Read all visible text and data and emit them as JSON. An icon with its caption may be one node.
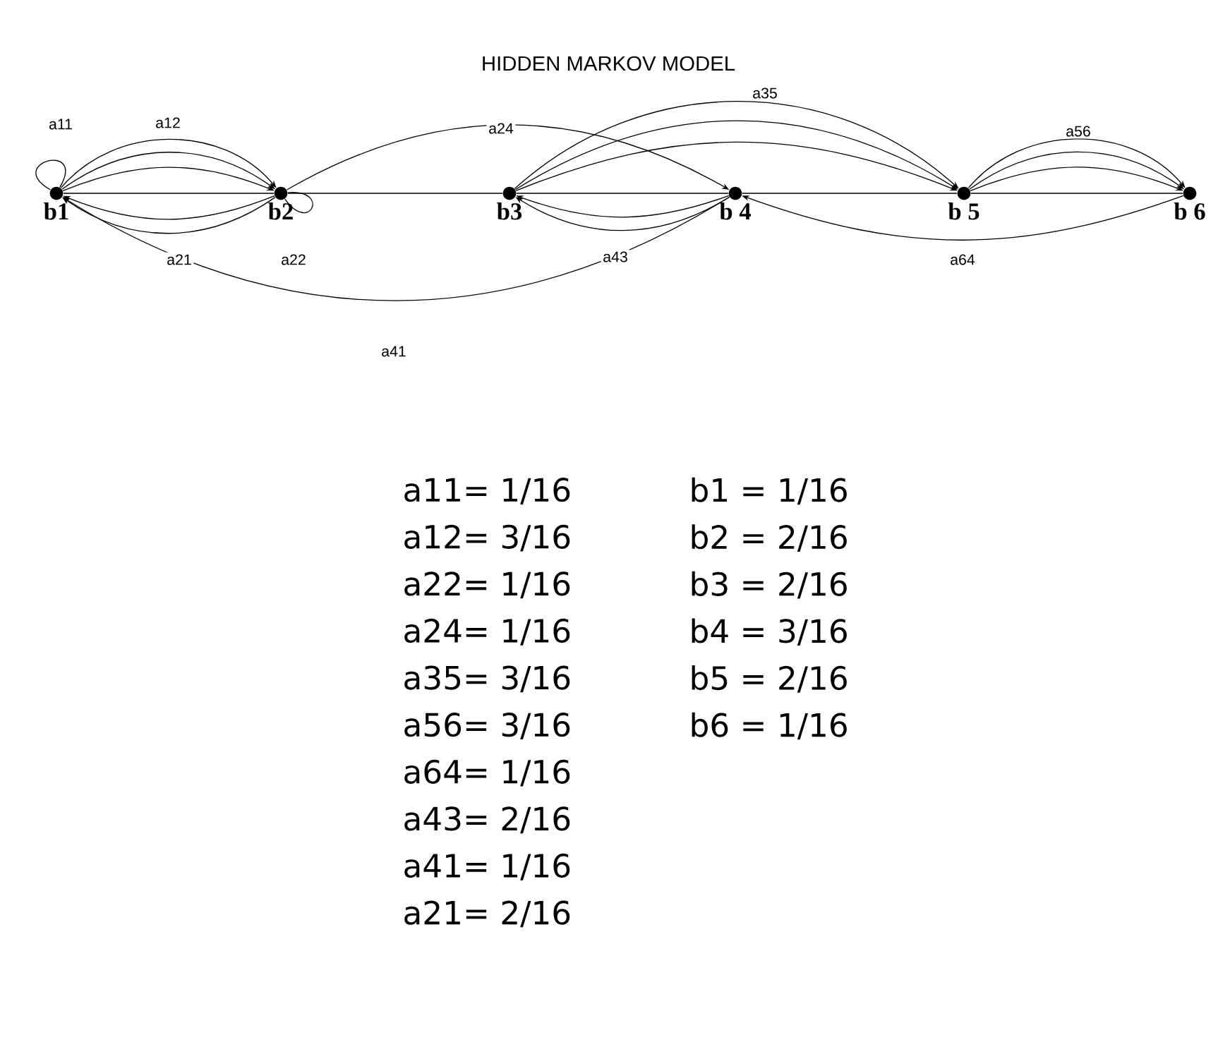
{
  "diagram": {
    "title": "HIDDEN MARKOV MODEL",
    "nodes": [
      {
        "text": [
          "b1"
        ]
      },
      {
        "text": [
          "b2"
        ]
      },
      {
        "text": [
          "b3"
        ]
      },
      {
        "text": [
          "b 4"
        ]
      },
      {
        "text": [
          "b 5"
        ]
      },
      {
        "text": [
          "b 6"
        ]
      }
    ],
    "edges": [
      {
        "from": 0,
        "to": 1,
        "arrow": "none"
      },
      {
        "from": 1,
        "to": 2,
        "arrow": "none"
      },
      {
        "from": 2,
        "to": 3,
        "arrow": "none"
      },
      {
        "from": 3,
        "to": 4,
        "arrow": "none"
      },
      {
        "from": 4,
        "to": 5,
        "arrow": "none"
      },
      {
        "from": 0,
        "to": 0,
        "arrow": "none",
        "label": "a11"
      },
      {
        "from": 0,
        "to": 1,
        "arrow": "to",
        "label": "a12"
      },
      {
        "from": 0,
        "to": 1,
        "arrow": "to"
      },
      {
        "from": 0,
        "to": 1,
        "arrow": "to"
      },
      {
        "from": 1,
        "to": 0,
        "arrow": "to",
        "label": "a21"
      },
      {
        "from": 1,
        "to": 0,
        "arrow": "to"
      },
      {
        "from": 1,
        "to": 1,
        "arrow": "none",
        "label": "a22"
      },
      {
        "from": 1,
        "to": 3,
        "arrow": "to",
        "label": "a24"
      },
      {
        "from": 2,
        "to": 4,
        "arrow": "to",
        "label": "a35"
      },
      {
        "from": 2,
        "to": 4,
        "arrow": "to"
      },
      {
        "from": 2,
        "to": 4,
        "arrow": "to"
      },
      {
        "from": 4,
        "to": 5,
        "arrow": "to",
        "label": "a56"
      },
      {
        "from": 4,
        "to": 5,
        "arrow": "to"
      },
      {
        "from": 4,
        "to": 5,
        "arrow": "to"
      },
      {
        "from": 5,
        "to": 3,
        "arrow": "to",
        "label": "a64"
      },
      {
        "from": 3,
        "to": 2,
        "arrow": "to",
        "label": "a43"
      },
      {
        "from": 3,
        "to": 2,
        "arrow": "to"
      },
      {
        "from": 3,
        "to": 0,
        "arrow": "to",
        "label": "a41"
      }
    ],
    "labels": [
      "a11= 1/16",
      "b1  = 1/16",
      "a12= 3/16",
      "b2  = 2/16",
      "a22= 1/16",
      "b3  = 2/16",
      "a24= 1/16",
      "b4  = 3/16",
      "a35= 3/16",
      "b5  = 2/16",
      "a56= 3/16",
      "b6  = 1/16",
      "a64= 1/16",
      "a43= 2/16",
      "a41= 1/16",
      "a21= 2/16"
    ]
  }
}
